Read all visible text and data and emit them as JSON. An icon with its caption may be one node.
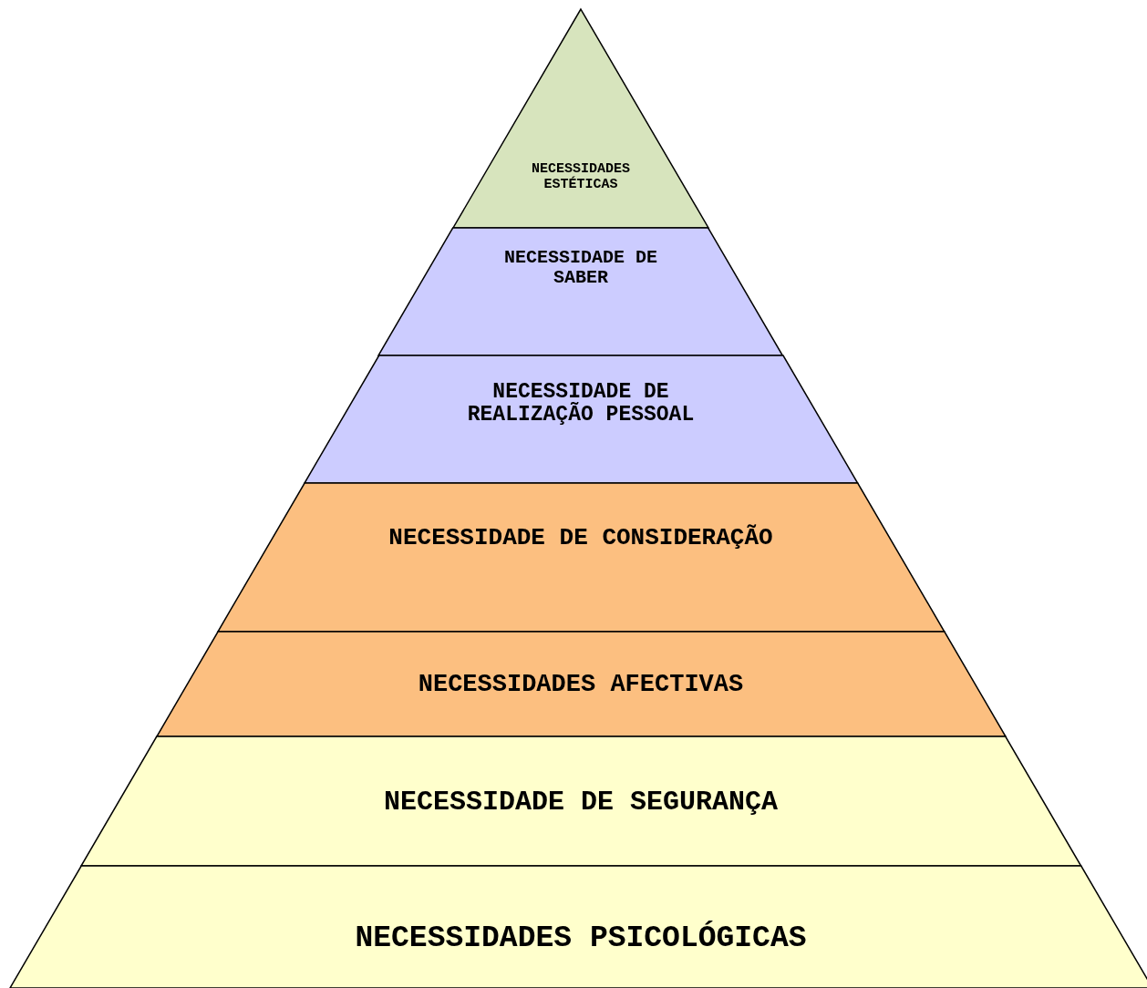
{
  "diagram": {
    "nodes": [
      {
        "text": [
          "NECESSIDADES ESTÉTICAS"
        ]
      },
      {
        "text": [
          "NECESSIDADE DE SABER"
        ]
      },
      {
        "text": [
          "NECESSIDADE DE REALIZAÇÃO PESSOAL"
        ]
      },
      {
        "text": [
          "NECESSIDADE DE CONSIDERAÇÃO"
        ]
      },
      {
        "text": [
          "NECESSIDADES AFECTIVAS"
        ]
      },
      {
        "text": [
          "NECESSIDADE DE SEGURANÇA"
        ]
      },
      {
        "text": [
          "NECESSIDADES PSICOLÓGICAS"
        ]
      }
    ],
    "edges": []
  }
}
